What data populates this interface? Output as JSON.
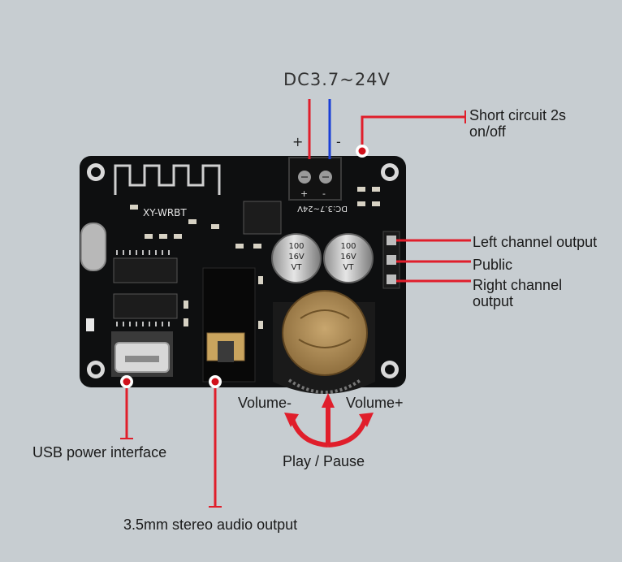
{
  "diagram": {
    "input": {
      "voltage": "DC3.7~24V",
      "plus": "+",
      "minus": "-"
    },
    "board": {
      "silkscreen_model": "XY-WRBT",
      "silkscreen_voltage": "DC:3.7~24V",
      "capacitor_label": "100\n16V\nVT"
    },
    "labels": {
      "short_circuit": "Short circuit 2s on/off",
      "left_channel": "Left channel output",
      "public": "Public",
      "right_channel": "Right channel output",
      "volume_minus": "Volume-",
      "volume_plus": "Volume+",
      "play_pause": "Play / Pause",
      "usb_power": "USB power interface",
      "audio_output": "3.5mm stereo audio output"
    },
    "colors": {
      "background": "#c7cdd1",
      "pcb": "#0e0f10",
      "leader_red": "#e01e2b",
      "wire_blue": "#1a3fd6",
      "marker_red": "#d0101a"
    }
  }
}
